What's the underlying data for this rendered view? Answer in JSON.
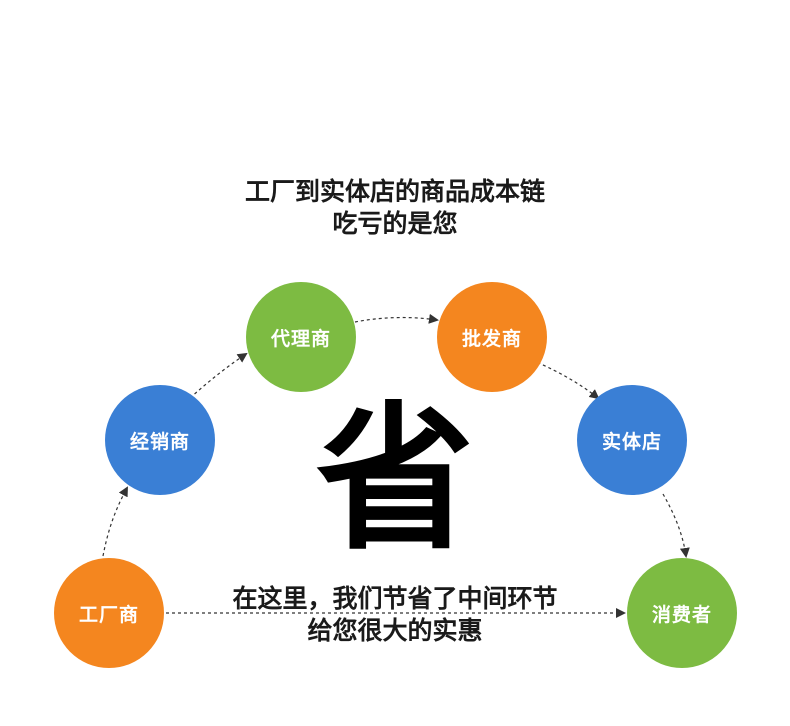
{
  "title": {
    "line1": "工厂到实体店的商品成本链",
    "line2": "吃亏的是您"
  },
  "center_word": "省",
  "nodes": {
    "factory": {
      "label": "工厂商",
      "color": "#f4861f"
    },
    "distributor": {
      "label": "经销商",
      "color": "#3a7fd5"
    },
    "agent": {
      "label": "代理商",
      "color": "#7dbb42"
    },
    "wholesaler": {
      "label": "批发商",
      "color": "#f4861f"
    },
    "store": {
      "label": "实体店",
      "color": "#3a7fd5"
    },
    "consumer": {
      "label": "消费者",
      "color": "#7dbb42"
    }
  },
  "bottom_text": {
    "line1": "在这里，我们节省了中间环节",
    "line2": "给您很大的实惠"
  },
  "colors": {
    "arrow": "#333333",
    "text": "#1a1a1a"
  }
}
